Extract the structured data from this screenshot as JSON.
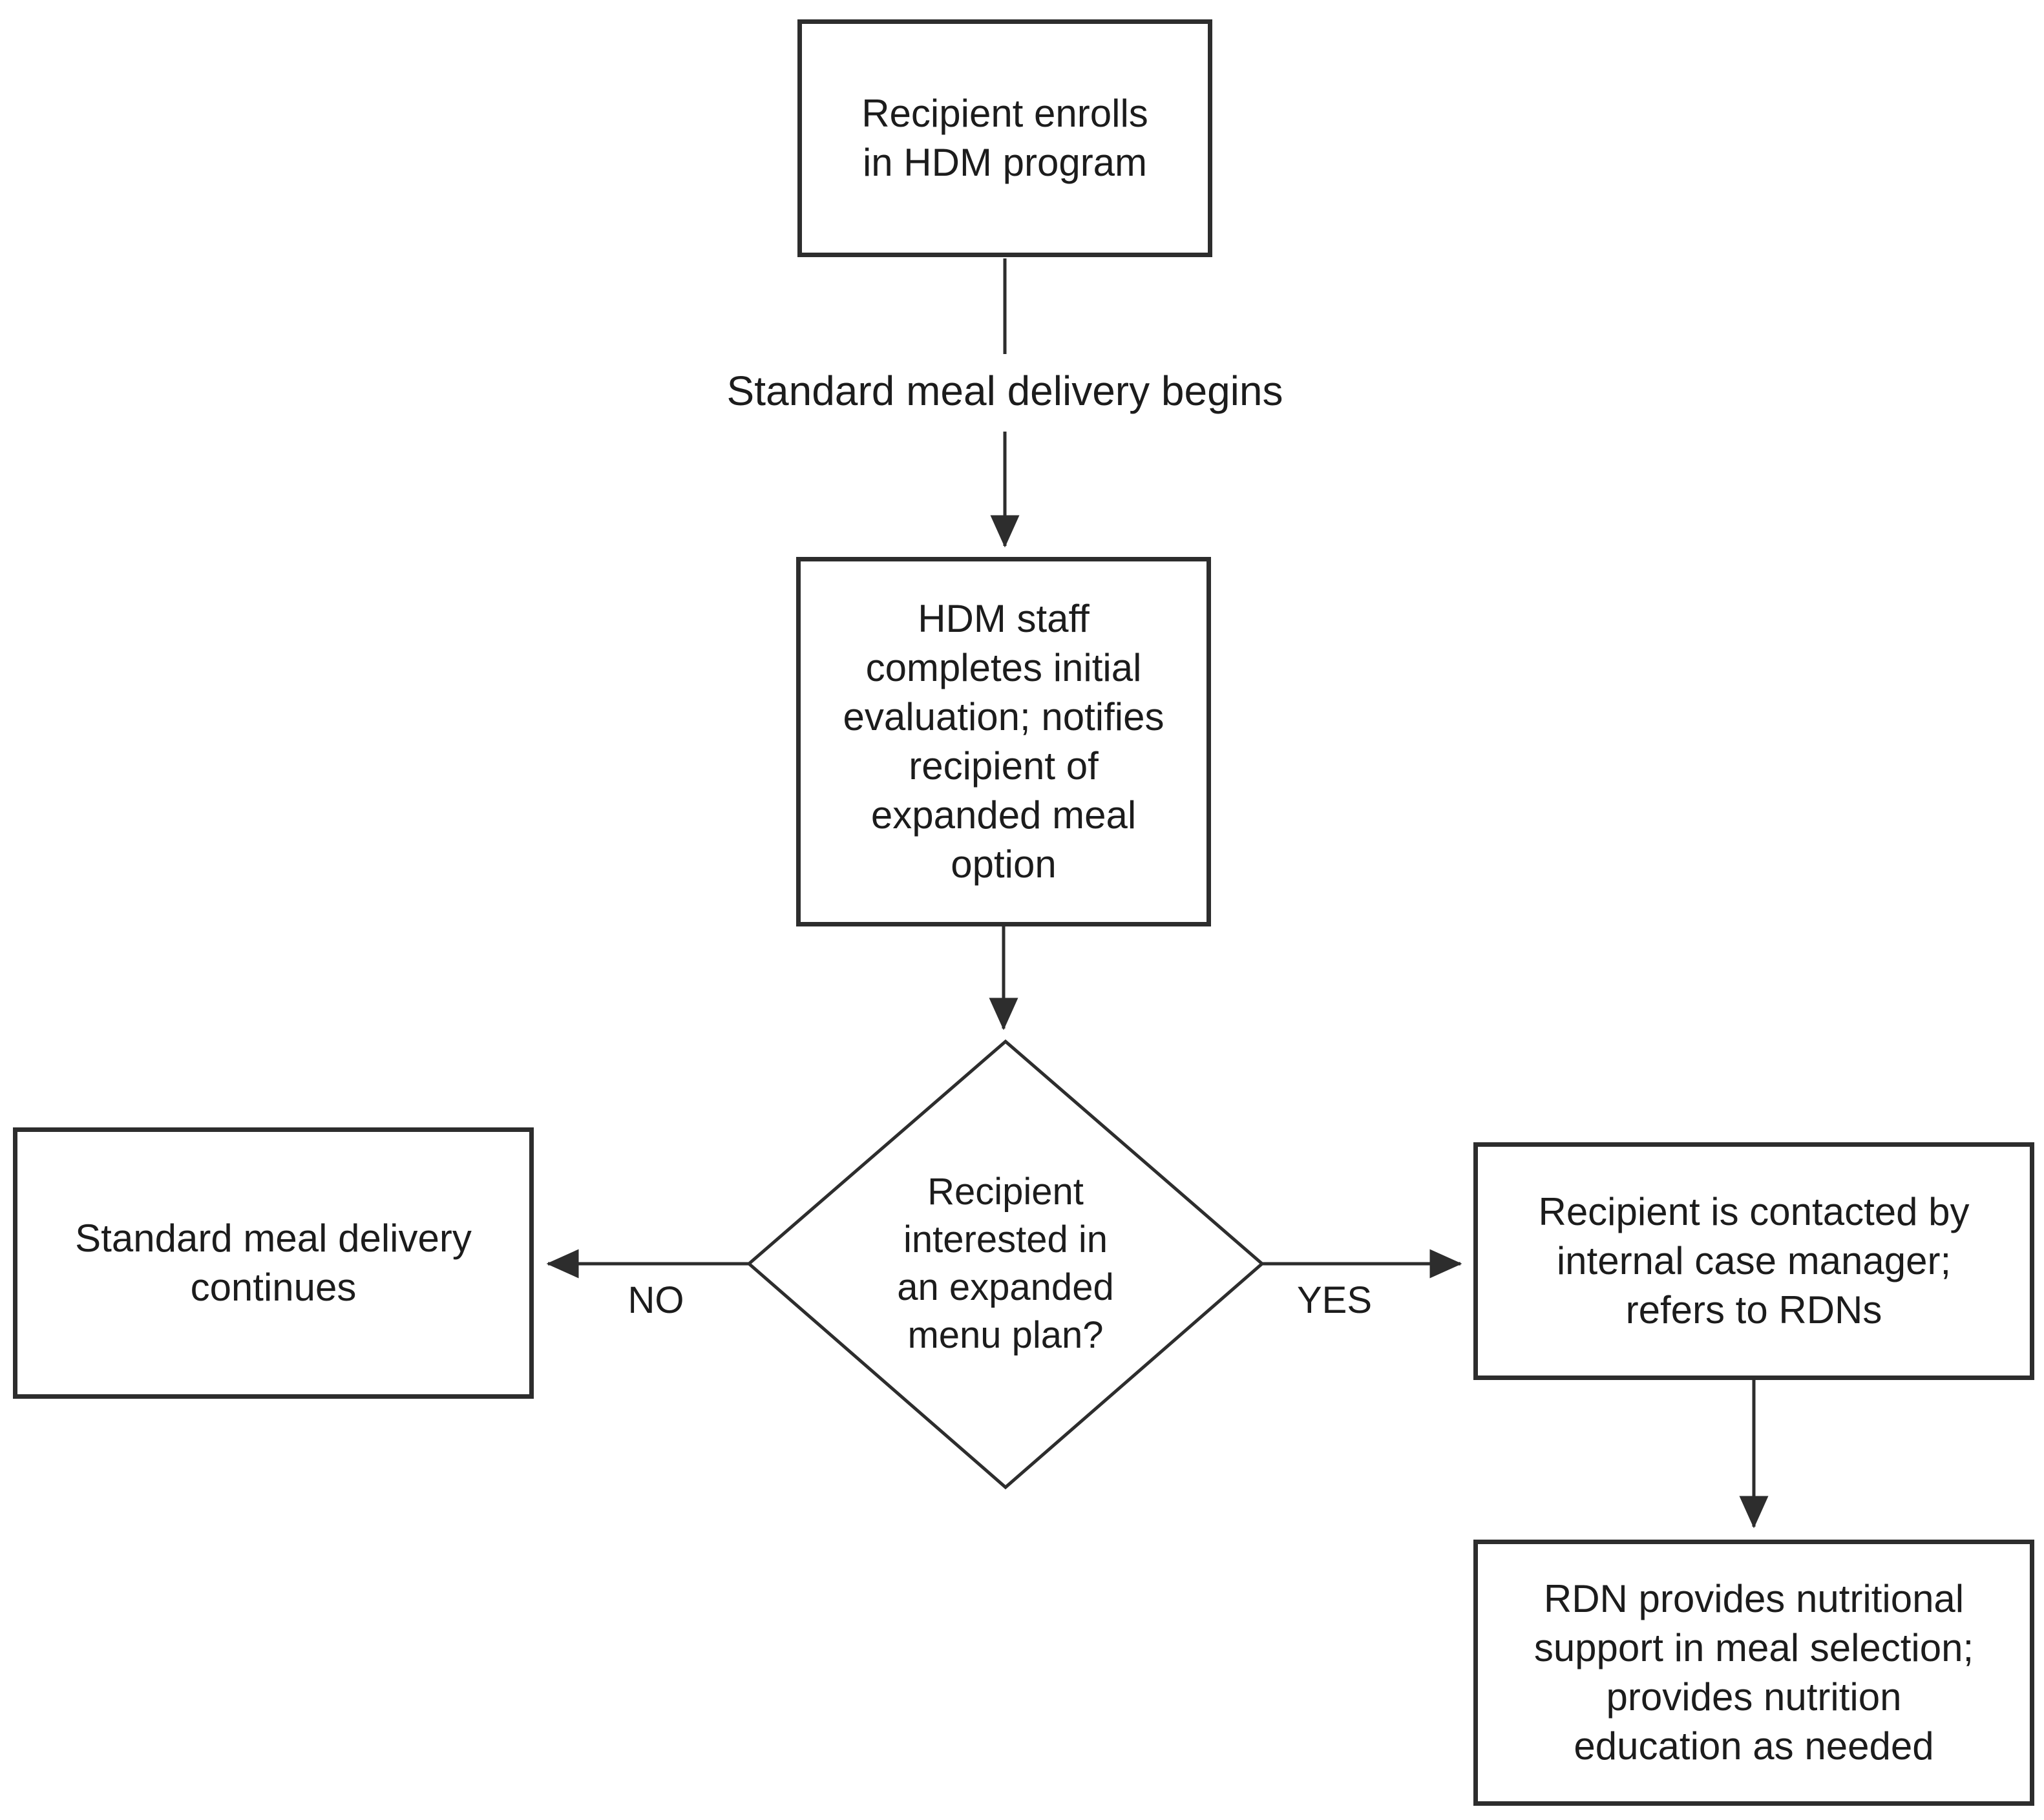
{
  "flowchart": {
    "nodes": {
      "enroll": "Recipient enrolls\nin HDM program",
      "evaluation": "HDM staff\ncompletes initial\nevaluation; notifies\nrecipient of\nexpanded meal\noption",
      "decision": "Recipient\ninterested in\nan expanded\nmenu plan?",
      "standard_continues": "Standard meal delivery\ncontinues",
      "case_manager": "Recipient is contacted by\ninternal case manager;\nrefers to RDNs",
      "rdn_support": "RDN provides nutritional\nsupport in meal selection;\nprovides nutrition\neducation as needed"
    },
    "edge_labels": {
      "begins": "Standard meal delivery begins",
      "no": "NO",
      "yes": "YES"
    },
    "colors": {
      "stroke": "#2d2d2d",
      "text": "#1c1c1c",
      "background": "#ffffff"
    }
  }
}
